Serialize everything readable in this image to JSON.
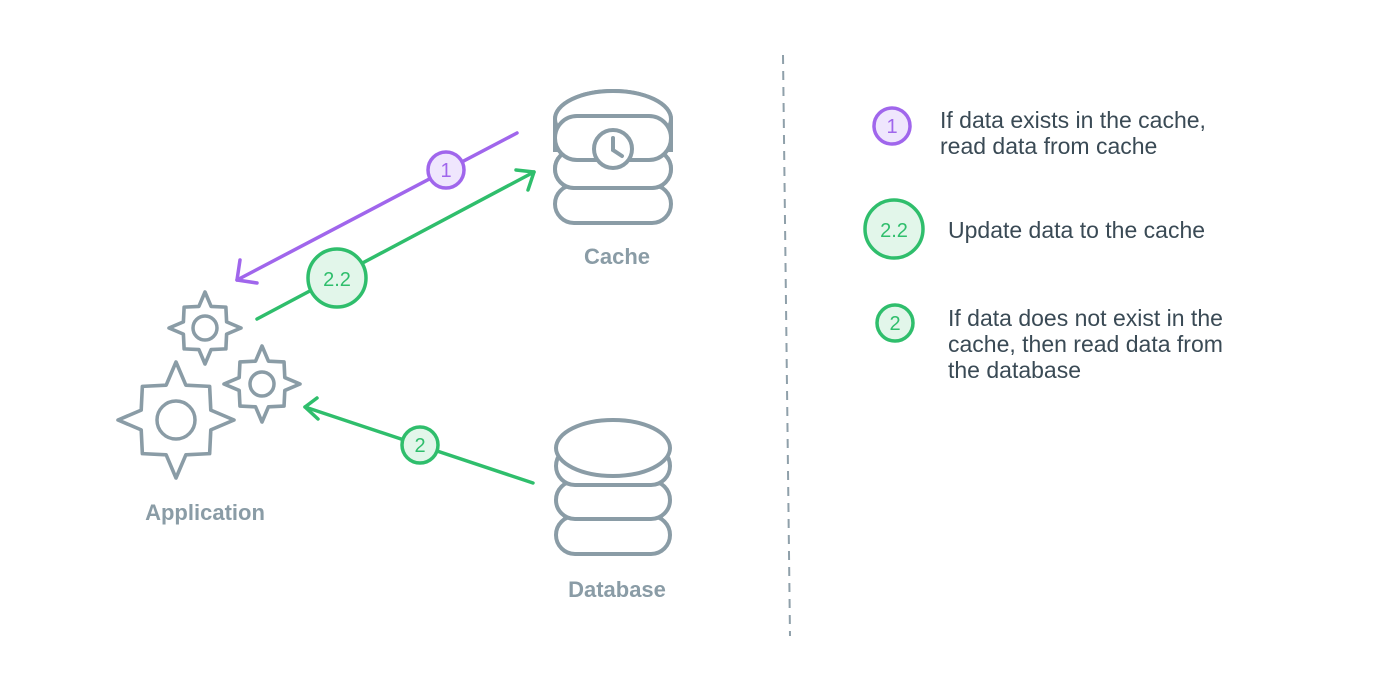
{
  "colors": {
    "icon": "#8a9ca6",
    "label": "#8a9ca6",
    "text": "#3a4a55",
    "purple": "#a066ec",
    "purple_fill": "#efe6fd",
    "green": "#2fbe6c",
    "green_fill": "#e2f6ea",
    "divider": "#8fa0aa"
  },
  "nodes": {
    "cache": "Cache",
    "database": "Database",
    "application": "Application"
  },
  "steps": {
    "s1": "1",
    "s22": "2.2",
    "s2": "2"
  },
  "legend": {
    "item1": {
      "badge": "1",
      "lines": [
        "If data exists in the cache,",
        "read data from cache"
      ]
    },
    "item22": {
      "badge": "2.2",
      "lines": [
        "Update data to the cache"
      ]
    },
    "item2": {
      "badge": "2",
      "lines": [
        "If data does not exist in the",
        "cache, then read data from",
        "the database"
      ]
    }
  },
  "icons": {
    "cache": "database-clock-icon",
    "database": "database-icon",
    "application": "gears-icon"
  }
}
